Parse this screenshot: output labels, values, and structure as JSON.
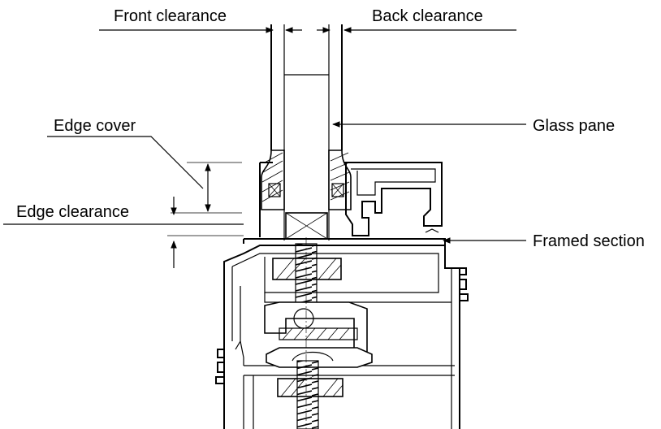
{
  "labels": {
    "front_clearance": "Front clearance",
    "back_clearance": "Back clearance",
    "glass_pane": "Glass pane",
    "edge_cover": "Edge cover",
    "edge_clearance": "Edge clearance",
    "framed_section": "Framed section"
  }
}
